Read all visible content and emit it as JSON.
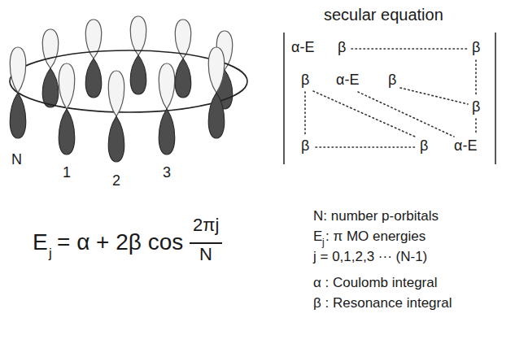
{
  "diagram": {
    "labels": [
      "secular equation",
      "α-E",
      "β",
      "β",
      "β",
      "α-E",
      "β",
      "β",
      "β",
      "β",
      "α-E",
      "N",
      "1",
      "2",
      "3",
      "E",
      "j",
      "= α + 2β cos",
      "2πj",
      "N",
      "N: number p-orbitals",
      "E",
      "j",
      ": π MO energies",
      "j = 0,1,2,3 ··· (N-1)",
      "α : Coulomb integral",
      "β : Resonance integral"
    ]
  }
}
